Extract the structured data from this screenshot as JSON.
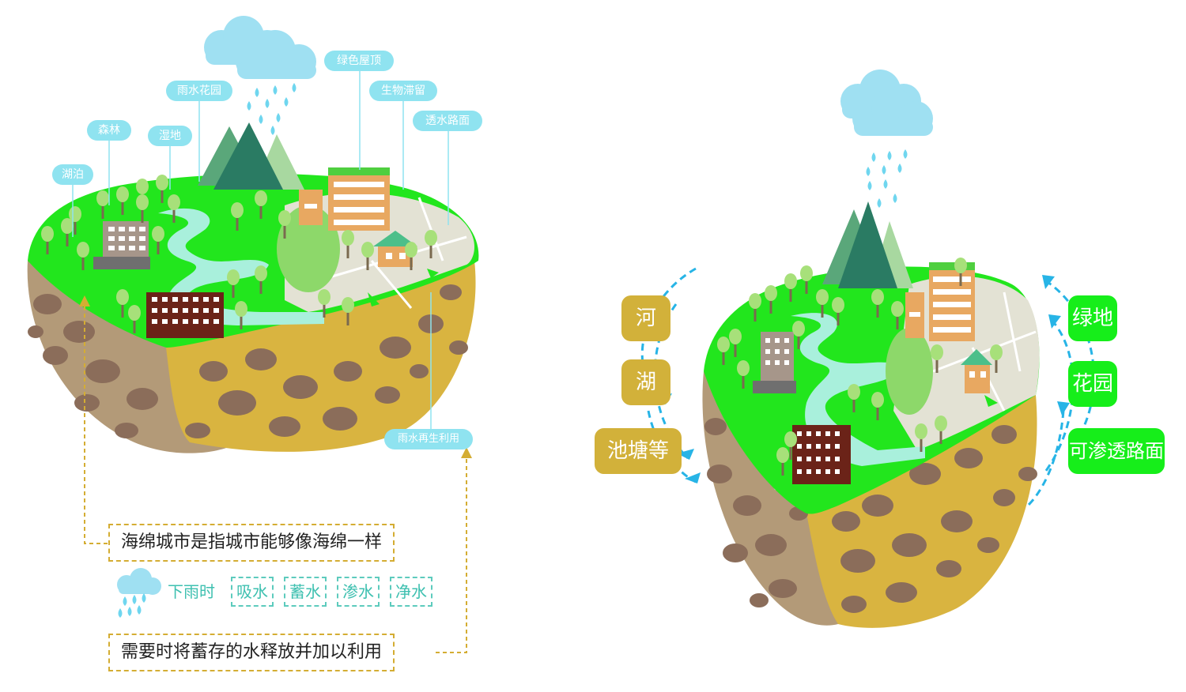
{
  "left_labels": {
    "lake": "湖泊",
    "forest": "森林",
    "wetland": "湿地",
    "rain_garden": "雨水花园",
    "green_roof": "绿色屋顶",
    "bio_swale": "生物滞留",
    "permeable": "透水路面",
    "reuse": "雨水再生利用"
  },
  "definition": "海绵城市是指城市能够像海绵一样",
  "rain": {
    "label": "下雨时",
    "verbs": [
      "吸水",
      "蓄水",
      "渗水",
      "净水"
    ]
  },
  "release": "需要时将蓄存的水释放并加以利用",
  "right_left_tags": [
    "河",
    "湖",
    "池塘等"
  ],
  "right_right_tags": [
    "绿地",
    "花园",
    "可渗透路面"
  ],
  "colors": {
    "grass": "#22e61d",
    "soil_gold": "#d9b440",
    "soil_brown": "#b39a78",
    "stone": "#8b6d5a",
    "water": "#a9f0dc",
    "mountain": "#2a7b63",
    "bubble": "#8fe3f0",
    "cloud": "#9fe0f2",
    "gold_tag": "#d2b13a",
    "green_tag": "#16ee1a",
    "arrow": "#27b4e6",
    "dashed_gold": "#d4ad33",
    "teal": "#3ec0b0"
  }
}
